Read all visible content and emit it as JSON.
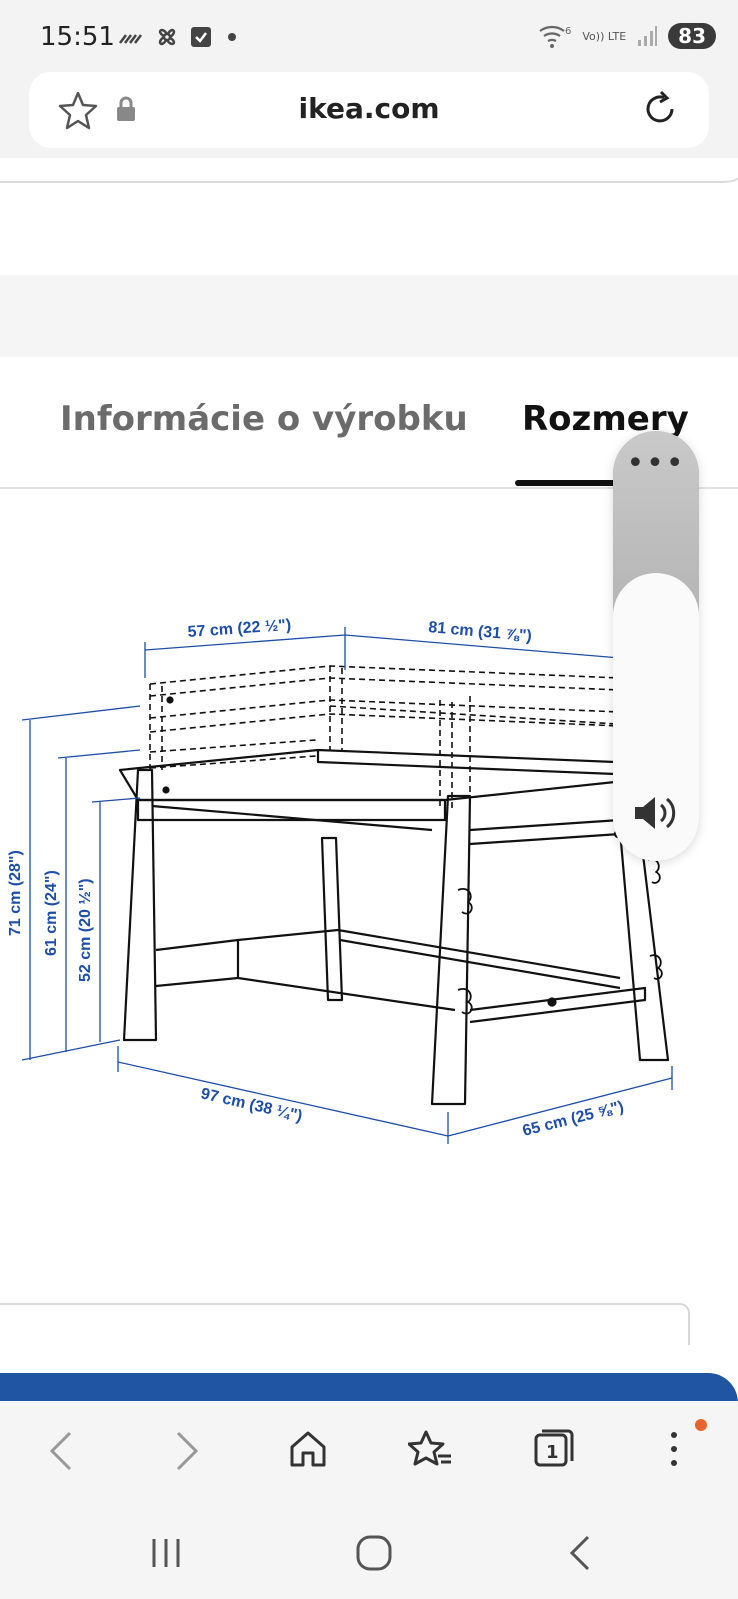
{
  "status_bar": {
    "time": "15:51",
    "battery": "83",
    "network_label": "Vo)) LTE",
    "icons_left": [
      "missed-call-icon",
      "fan-icon",
      "checkbox-icon",
      "dot-icon"
    ],
    "icons_right": [
      "wifi-6-icon",
      "volte-icon",
      "signal-icon",
      "battery-icon"
    ]
  },
  "browser": {
    "url": "ikea.com",
    "icons": [
      "star-icon",
      "lock-icon",
      "reload-icon"
    ]
  },
  "tabs": [
    {
      "label": "Informácie o výrobku",
      "active": false
    },
    {
      "label": "Rozmery",
      "active": true
    }
  ],
  "dimensions": {
    "width_top_left": "57 cm (22 ½\")",
    "width_top_right": "81 cm (31 ⅞\")",
    "height_max": "71 cm (28\")",
    "height_mid": "61 cm (24\")",
    "height_min": "52 cm (20 ½\")",
    "length": "97 cm (38 ¼\")",
    "depth": "65 cm (25 ⅝\")"
  },
  "volume_panel": {
    "more_label": "•••",
    "level": 0.67
  },
  "colors": {
    "dimension_blue": "#1e4ea8",
    "ikea_blue": "#1f55a3",
    "notification_dot": "#e8642c"
  },
  "browser_nav": {
    "tab_count": "1",
    "buttons": [
      "back-icon",
      "forward-icon",
      "home-icon",
      "bookmarks-icon",
      "tabs-icon",
      "more-icon"
    ]
  },
  "system_nav": [
    "recents-icon",
    "home-circle-icon",
    "system-back-icon"
  ]
}
